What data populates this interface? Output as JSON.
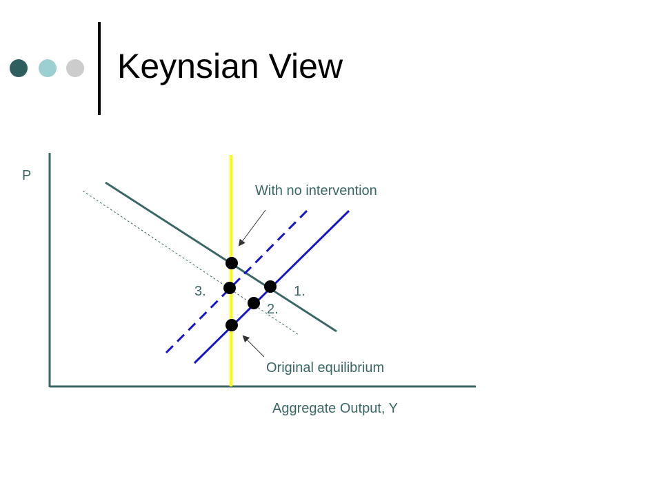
{
  "slide": {
    "title": "Keynsian View"
  },
  "decoration": {
    "bullet_colors": [
      "#2f5e5e",
      "#9ccfd2",
      "#cccccc"
    ],
    "divider_color": "#000000"
  },
  "diagram": {
    "y_axis_label": "P",
    "x_axis_label": "Aggregate Output, Y",
    "annotations": {
      "no_intervention": "With no intervention",
      "original": "Original equilibrium"
    },
    "point_labels": {
      "p1": "1.",
      "p2": "2.",
      "p3": "3."
    },
    "colors": {
      "axis": "#3a6666",
      "aggregate_demand": "#3a6666",
      "aggregate_demand_shifted": "#3a6666",
      "supply_original": "#1515cc",
      "supply_shifted": "#1515cc",
      "long_run_supply": "#ffff00",
      "points": "#000000",
      "arrows": "#333333",
      "label_text": "#3a6666"
    }
  }
}
